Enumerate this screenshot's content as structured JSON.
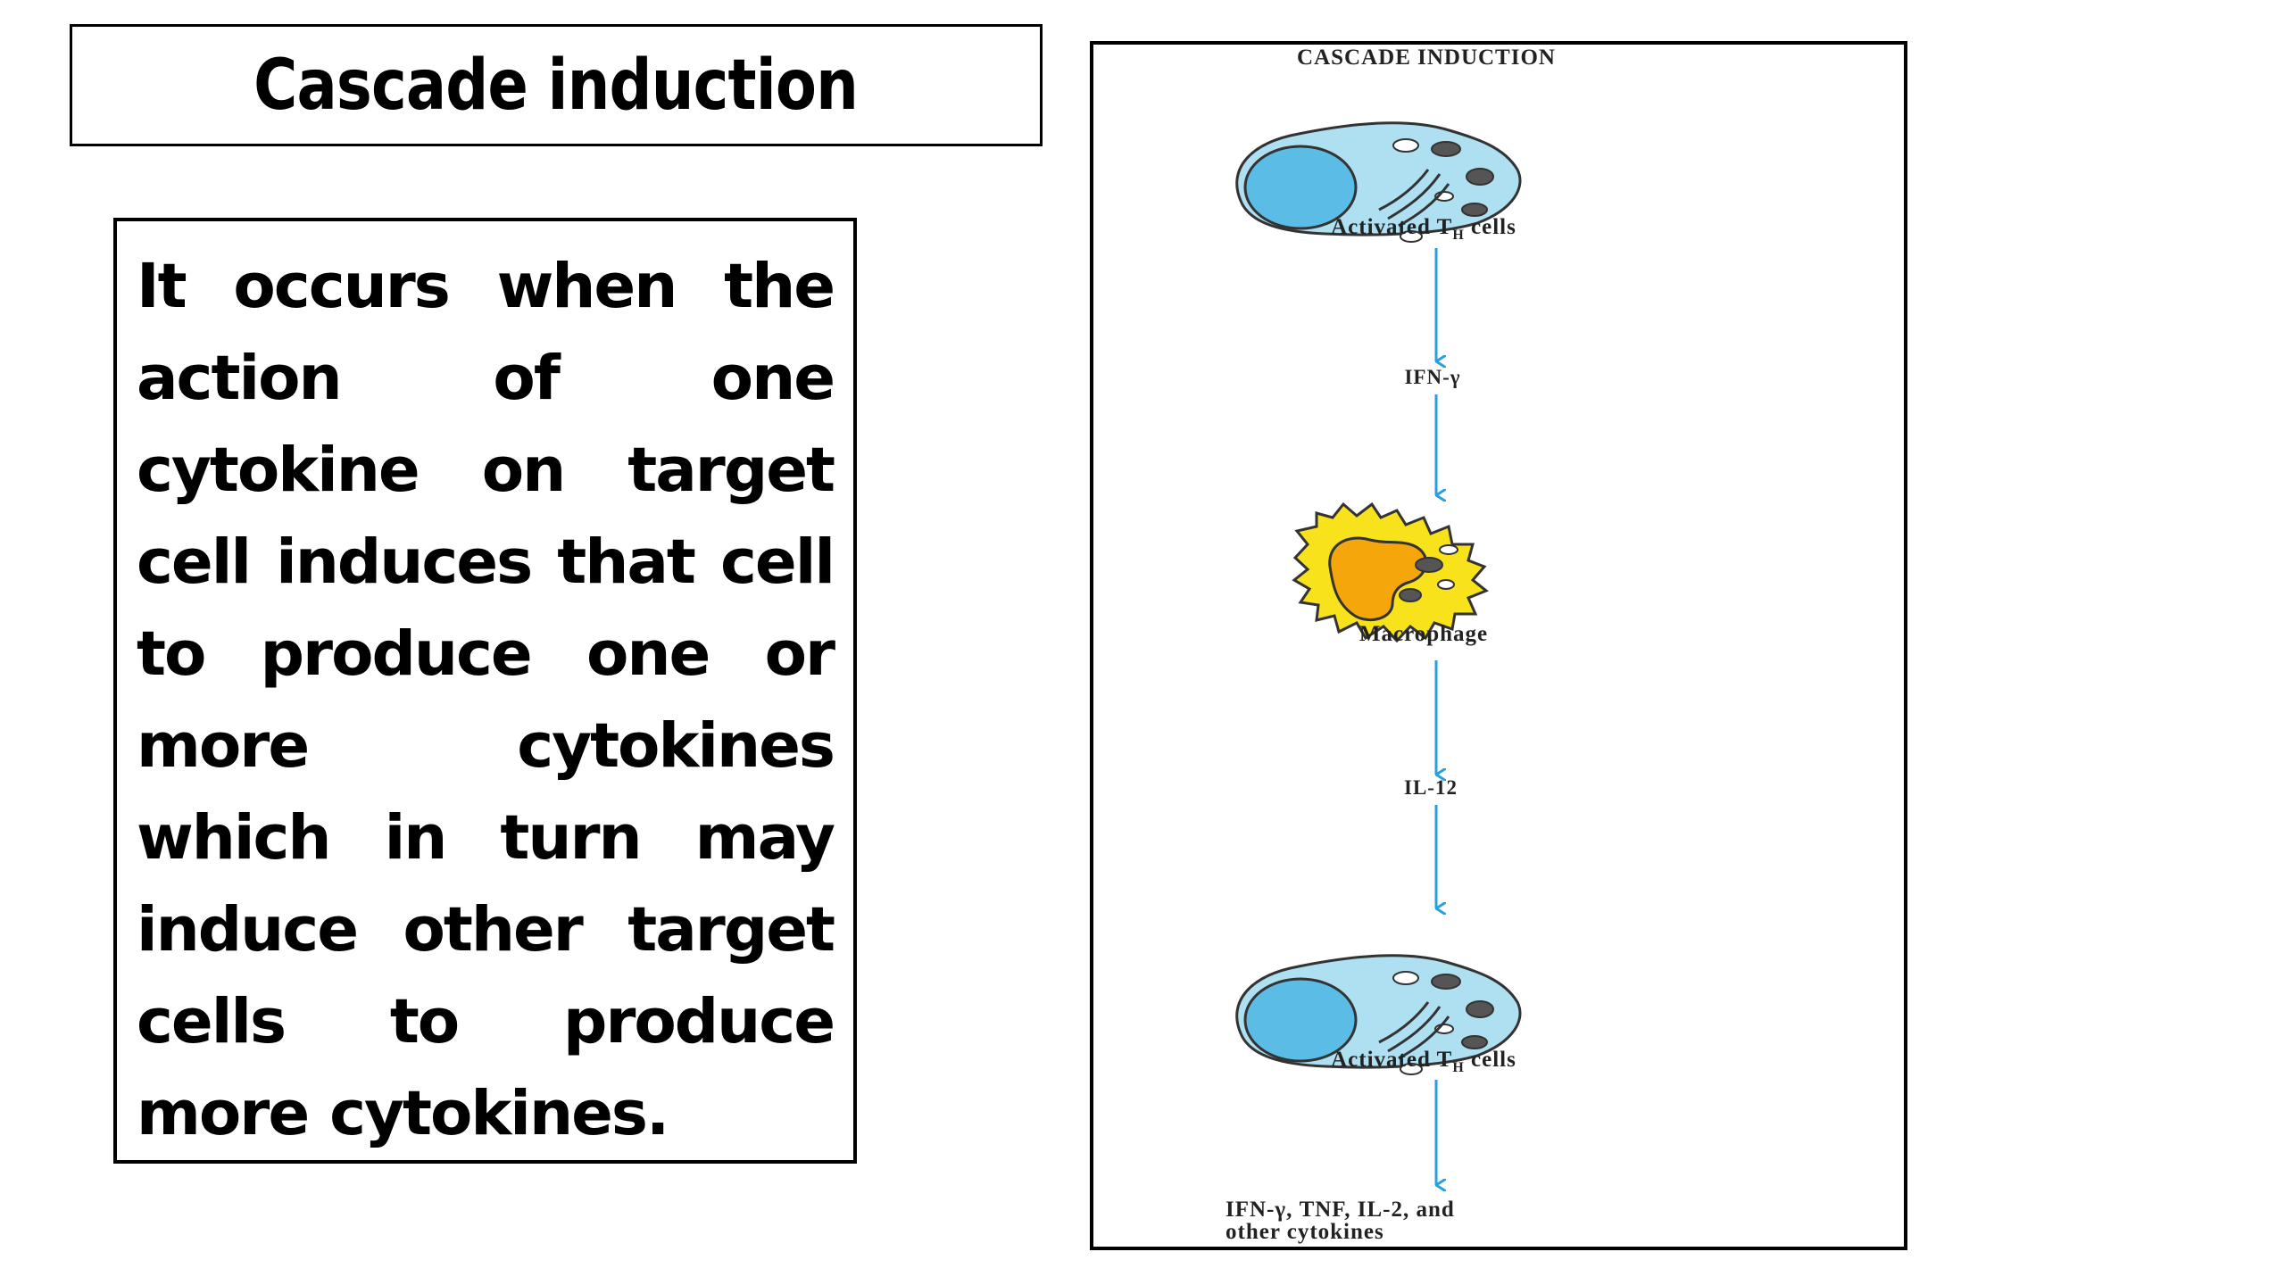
{
  "slide": {
    "title": "Cascade induction",
    "body_text": "It occurs when the action of one cytokine on target cell induces that cell to produce one or more cytokines which in turn may induce other target cells to produce more cytokines."
  },
  "figure": {
    "heading": "CASCADE INDUCTION",
    "th_cell_label_1": "Activated T",
    "th_cell_subscript_1": "H",
    "th_cell_suffix_1": " cells",
    "signal_1": "IFN-γ",
    "macrophage_label": "Macrophage",
    "signal_2": "IL-12",
    "th_cell_label_2": "Activated T",
    "th_cell_subscript_2": "H",
    "th_cell_suffix_2": " cells",
    "output_line_1": "IFN-γ, TNF, IL-2, and",
    "output_line_2": "other cytokines"
  },
  "colors": {
    "cell_fill": "#aee0f2",
    "nucleus_fill": "#5bbde6",
    "macrophage_fill": "#f7e21b",
    "macrophage_nucleus": "#f5a60a",
    "arrow": "#2a9fe0"
  }
}
